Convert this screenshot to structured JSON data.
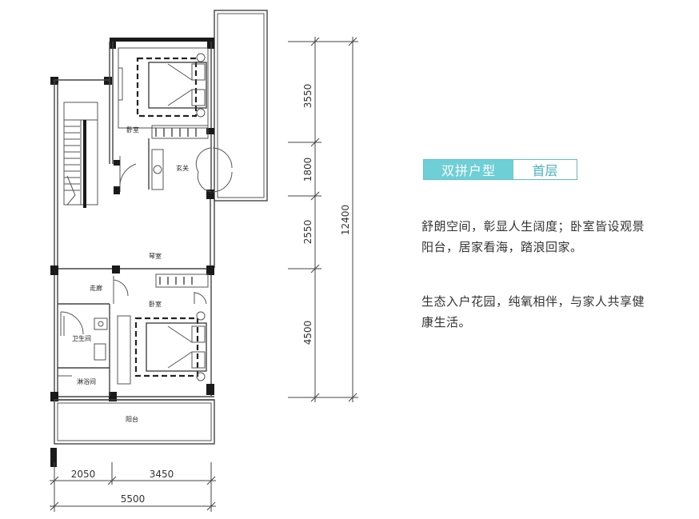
{
  "floor_plan": {
    "rooms": {
      "bedroom_top": "卧室",
      "entrance": "玄关",
      "piano_room": "琴室",
      "corridor": "走廊",
      "bedroom_bottom": "卧室",
      "bathroom": "卫生间",
      "shower": "淋浴间",
      "balcony": "阳台"
    },
    "dimensions": {
      "vertical": [
        "3550",
        "1800",
        "2550",
        "4500"
      ],
      "vertical_total": "12400",
      "horizontal": [
        "2050",
        "3450"
      ],
      "horizontal_total": "5500"
    }
  },
  "badge": {
    "title": "双拼户型",
    "floor": "首层"
  },
  "description": {
    "line1a": "舒朗空间，彰显人生阔度；卧室皆设观景",
    "line1b": "阳台，居家看海，踏浪回家。",
    "line2a": "生态入户花园，纯氧相伴，与家人共享健",
    "line2b": "康生活。"
  },
  "colors": {
    "accent": "#6ecfd7",
    "accent_text": "#48b7c2",
    "wall": "#1a1a1a"
  }
}
